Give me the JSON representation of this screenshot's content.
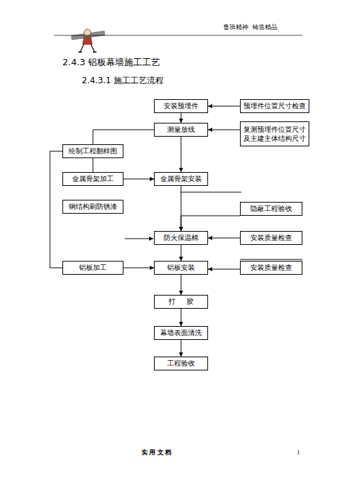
{
  "diagram": {
    "title": "2.4.3 铝板幕墙施工工艺",
    "nodes": [
      {
        "text": [
          "安装预埋件"
        ]
      },
      {
        "text": [
          "预埋件位置尺寸检查"
        ]
      },
      {
        "text": [
          "测量放线"
        ]
      },
      {
        "text": [
          "复测预埋件位置尺寸 及主建主体结构尺寸"
        ]
      },
      {
        "text": [
          "绘制工程翻样图"
        ]
      },
      {
        "text": [
          "金属骨架加工"
        ]
      },
      {
        "text": [
          "金属骨架安装"
        ]
      },
      {
        "text": [
          "钢结构刷防锈漆"
        ]
      },
      {
        "text": [
          "隐蔽工程验收"
        ]
      },
      {
        "text": [
          "防火保温棉"
        ]
      },
      {
        "text": [
          "安装质量检查"
        ]
      },
      {
        "text": [
          "铝板加工"
        ]
      },
      {
        "text": [
          "铝板安装"
        ]
      },
      {
        "text": [
          "安装质量检查"
        ]
      },
      {
        "text": [
          "打 胶"
        ]
      },
      {
        "text": [
          "幕墙表面清洗"
        ]
      },
      {
        "text": [
          "工程验收"
        ]
      }
    ],
    "edges": [
      {
        "from": 1,
        "to": 0,
        "arrow": "to"
      },
      {
        "from": 0,
        "to": 2,
        "arrow": "to"
      },
      {
        "from": 3,
        "to": 2,
        "arrow": "to"
      },
      {
        "from": 2,
        "to": 4,
        "arrow": "none"
      },
      {
        "from": 2,
        "to": 6,
        "arrow": "to"
      },
      {
        "from": 4,
        "to": 5,
        "arrow": "none"
      },
      {
        "from": 4,
        "to": 11,
        "arrow": "none"
      },
      {
        "from": 5,
        "to": 6,
        "arrow": "to"
      },
      {
        "from": 6,
        "to": 9,
        "arrow": "to"
      },
      {
        "from": 8,
        "to": 9,
        "arrow": "to"
      },
      {
        "from": 10,
        "to": 9,
        "arrow": "to"
      },
      {
        "from": 9,
        "to": 12,
        "arrow": "to"
      },
      {
        "from": 11,
        "to": 12,
        "arrow": "to"
      },
      {
        "from": 13,
        "to": 12,
        "arrow": "to"
      },
      {
        "from": 12,
        "to": 14,
        "arrow": "to"
      },
      {
        "from": 14,
        "to": 15,
        "arrow": "to"
      },
      {
        "from": 15,
        "to": 16,
        "arrow": "to"
      }
    ],
    "labels": [
      "2.4.3.1 施工工艺流程",
      "鲁班精神",
      "铸造精品",
      "实 用 文 档",
      "1"
    ]
  }
}
